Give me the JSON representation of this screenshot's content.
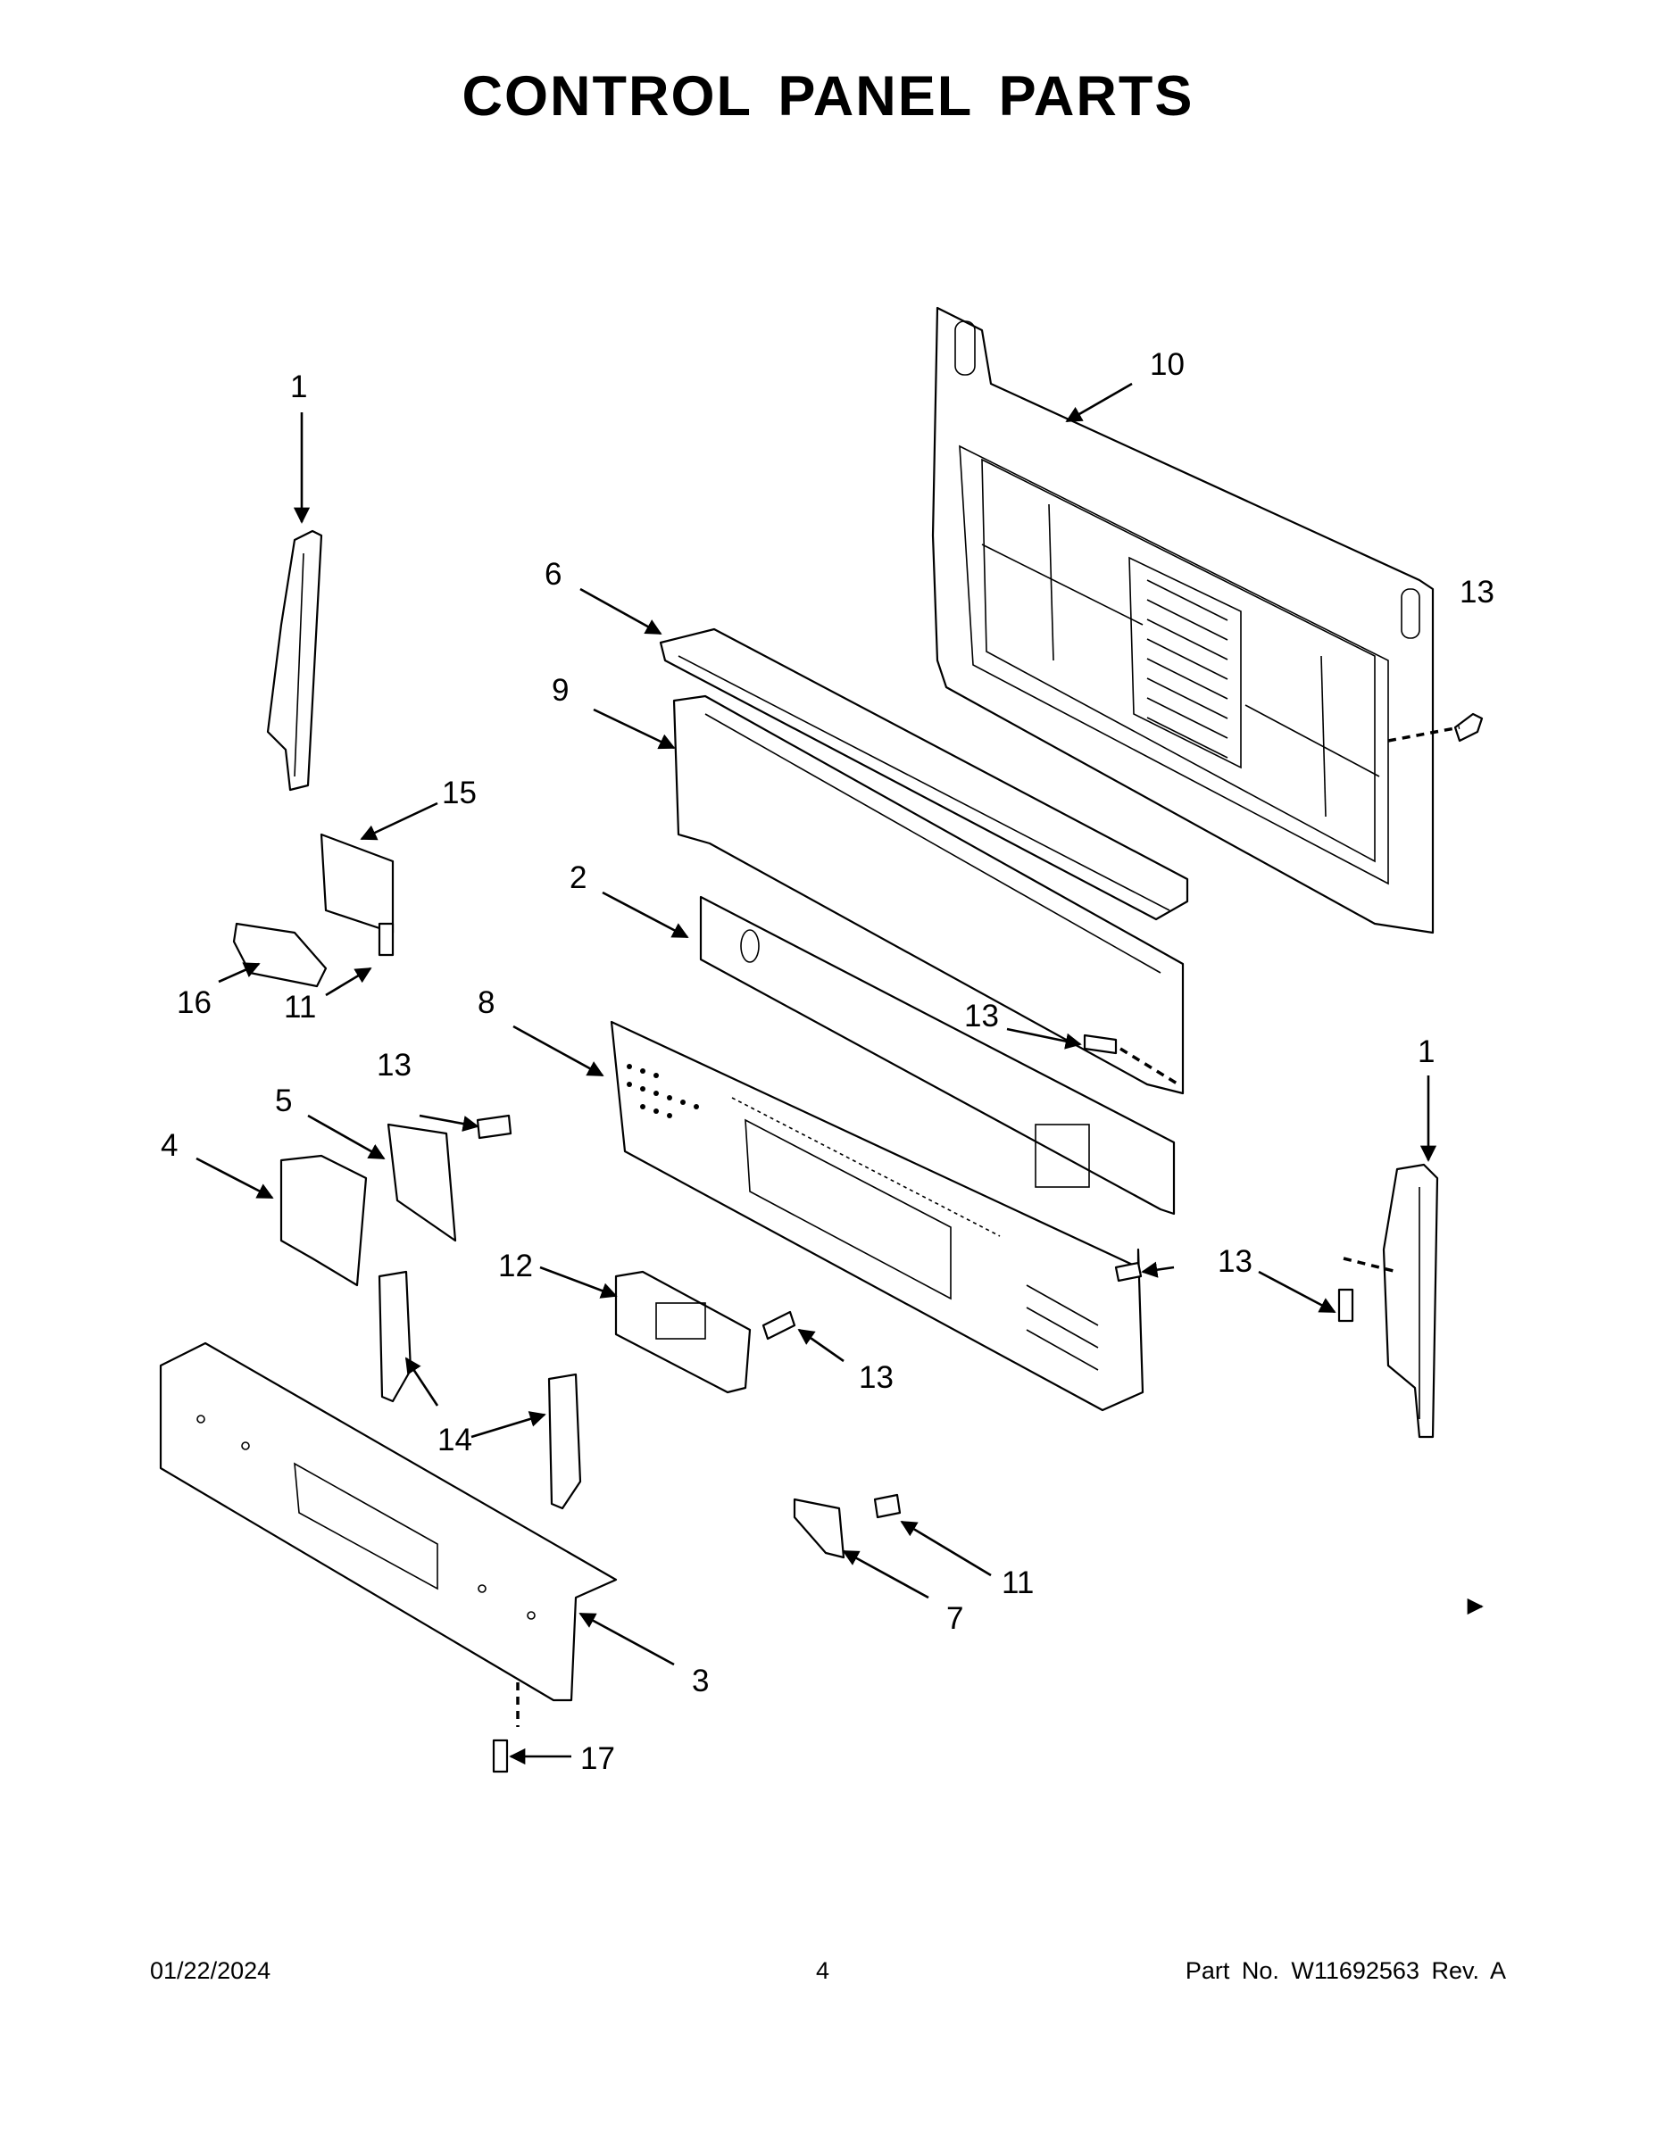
{
  "page": {
    "title": "CONTROL PANEL PARTS",
    "footer": {
      "date": "01/22/2024",
      "page_number": "4",
      "part_number": "Part No.  W11692563  Rev.  A"
    }
  },
  "callouts": {
    "c1_left": "1",
    "c1_right": "1",
    "c2": "2",
    "c3": "3",
    "c4": "4",
    "c5": "5",
    "c6": "6",
    "c7": "7",
    "c8": "8",
    "c9": "9",
    "c10": "10",
    "c11_left": "11",
    "c11_bottom": "11",
    "c12": "12",
    "c13_top_right": "13",
    "c13_mid": "13",
    "c13_left": "13",
    "c13_right": "13",
    "c13_center": "13",
    "c14": "14",
    "c15": "15",
    "c16": "16",
    "c17": "17"
  }
}
